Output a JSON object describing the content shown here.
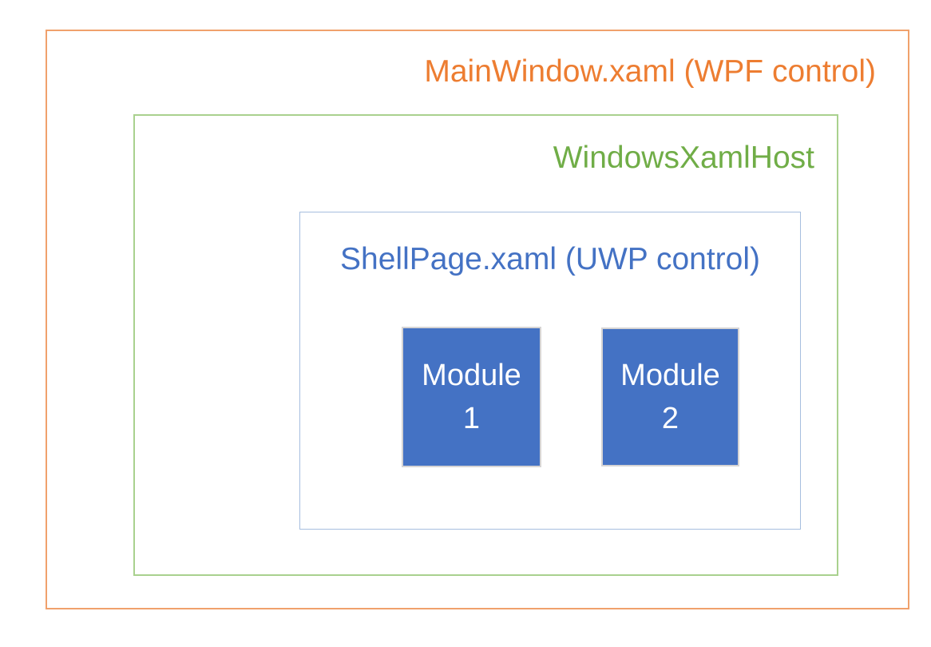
{
  "diagram": {
    "outer_box": {
      "label": "MainWindow.xaml (WPF control)"
    },
    "host_box": {
      "label": "WindowsXamlHost"
    },
    "shell_box": {
      "label": "ShellPage.xaml (UWP control)"
    },
    "modules": [
      {
        "line1": "Module",
        "line2": "1"
      },
      {
        "line1": "Module",
        "line2": "2"
      }
    ]
  },
  "colors": {
    "orange_text": "#ED7D31",
    "orange_border": "#F0A16C",
    "green_text": "#70AD47",
    "green_border": "#A9D18E",
    "blue_text": "#4472C4",
    "blue_border": "#A6BEDF",
    "module_fill": "#4472C4",
    "module_border": "#D6D4D4",
    "module_text": "#FFFFFF",
    "background": "#FFFFFF"
  }
}
